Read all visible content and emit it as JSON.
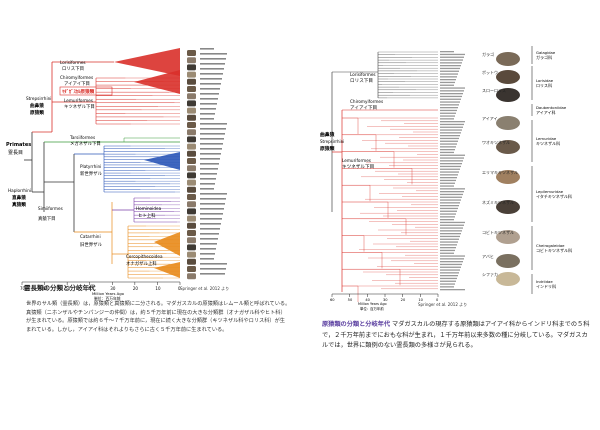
{
  "left": {
    "credit": "Springer et al. 2012 より",
    "axis_label": "Million Years Ago",
    "axis_sublabel": "単位：百万年前",
    "axis_ticks": [
      "70",
      "60",
      "50",
      "40",
      "30",
      "20",
      "10",
      "0"
    ],
    "caption_title": "霊長類の分類と分岐年代",
    "caption_lines": [
      "世界のサル類（霊長類）は，原猿類と真猿類に二分される。マダガスカルの原猿類はレムール類と呼ばれている。",
      "真猿類（ニホンザルやチンパンジーの仲間）は，約５千万年前に現在の大きな分類群（オナガザル科やヒト科）",
      "が生まれている。原猿類では約６千〜７千万年前に，現在に続く大きな分類群（キツネザル科やロリス科）が生",
      "まれている。しかし，アイアイ科はそれよりもさらに古く５千万年前に生まれている。"
    ],
    "clade_labels": {
      "primates_en": "Primates",
      "primates_jp": "霊長目",
      "strep_en": "Strepsirrhini",
      "strep_jp1": "曲鼻猿",
      "strep_jp2": "原猿類",
      "hap_en": "Haplorrhini",
      "hap_jp1": "直鼻猿",
      "hap_jp2": "真猿類",
      "lorisiformes": "Lorisiformes",
      "loris_jp": "ロリス下目",
      "chiro": "Chiromyiformes",
      "chiro_jp": "アイアイ下目",
      "madagascar_box": "ﾏﾀﾞｶﾞｽｶﾙ原猿類",
      "lemuriformes": "Lemuriformes",
      "lemur_jp": "キツネザル下目",
      "tarsiiformes": "Tarsiiformes",
      "tarsi_jp": "メガネザル下目",
      "simiiformes": "Simiiformes",
      "simii_jp": "真猿下目",
      "platyrrhini": "Platyrrhini",
      "platy_jp": "新世界ザル",
      "hominoidea": "Hominoidea",
      "homin_jp": "ヒト上科",
      "catarrhini": "Catarrhini",
      "catar_jp": "旧世界ザル",
      "cercopith": "Cercopithecoidea",
      "cercop_jp": "オナガザル上科"
    },
    "colors": {
      "red": "#d9302a",
      "orange": "#e88a1a",
      "green": "#3a9a3a",
      "blue": "#2b56b8",
      "purple": "#7a3fa8",
      "dark": "#333333"
    }
  },
  "right": {
    "credit": "Springer et al. 2012 より",
    "axis_label": "Million Years Ago",
    "axis_sublabel": "単位：百万年前",
    "axis_ticks": [
      "60",
      "50",
      "40",
      "30",
      "20",
      "10",
      "0"
    ],
    "clade_labels": {
      "strep_jp1": "曲鼻猿",
      "strep_en": "Strepsirrhini",
      "strep_jp2": "原猿類",
      "lorisiformes": "Lorisiformes",
      "loris_jp": "ロリス下目",
      "chiro": "Chiromyiformes",
      "chiro_jp": "アイアイ下目",
      "lemuriformes": "Lemuriformes",
      "lemur_jp": "キツネザル下目"
    },
    "animal_labels": {
      "galago": "ガラゴ",
      "potto": "ポットウ",
      "slow_loris": "スローロリス",
      "aye": "アイアイ",
      "ringtail": "ワオキツネザル",
      "ruffed": "エリマキキツネザル",
      "mouse_lemur": "ネズミキツネザル",
      "sifaka": "コビトキツネザル",
      "indri": "アバヒ",
      "sifaka2": "シファカ"
    },
    "families": [
      {
        "en": "Galagidae",
        "jp": "ガラゴ科"
      },
      {
        "en": "Lorisidae",
        "jp": "ロリス科"
      },
      {
        "en": "Daubentoniidae",
        "jp": "アイアイ科"
      },
      {
        "en": "Lemuridae",
        "jp": "キツネザル科"
      },
      {
        "en": "Lepilemuridae",
        "jp": "イタチキツネザル科"
      },
      {
        "en": "Cheirogaleidae",
        "jp": "コビトキツネザル科"
      },
      {
        "en": "Indriidae",
        "jp": "インドリ科"
      }
    ],
    "caption_title": "原猿類の分類と分岐年代",
    "caption_text": "マダガスカルの現存する原猿類はアイアイ科からインドリ科までの５科で，２千万年前までにおもな科が生まれ，１千万年前以来多数の種に分岐している。マダガスカルでは，世界に類例のない霊長類の多様さが見られる。"
  }
}
